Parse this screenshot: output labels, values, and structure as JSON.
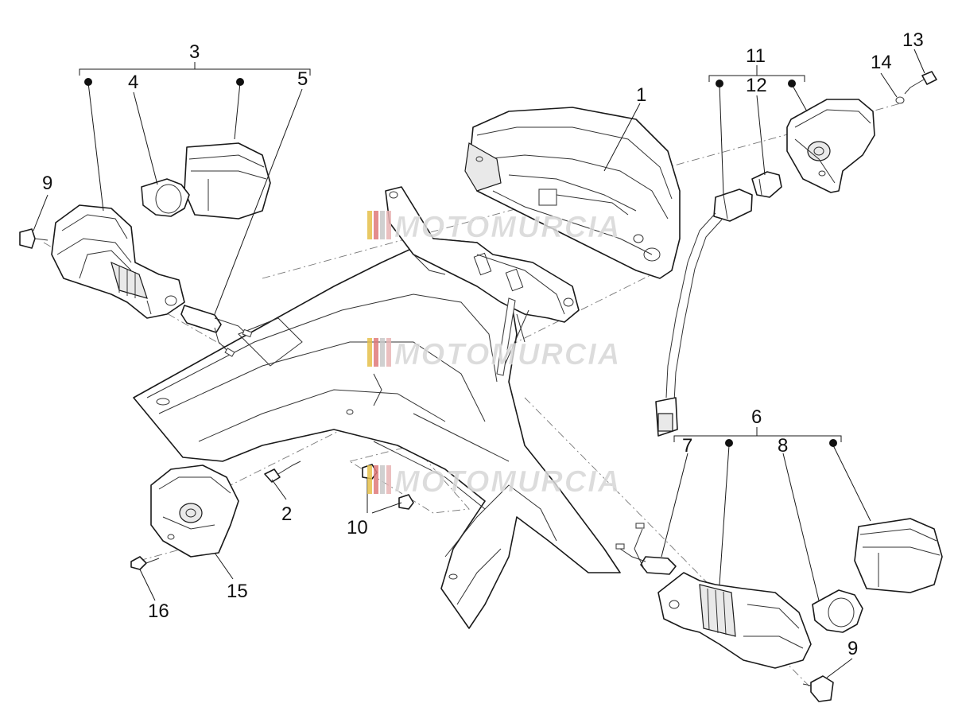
{
  "watermark": {
    "text": "MOTOMURCIA",
    "stripe_colors": [
      "#e6c04a",
      "#e07a7a",
      "#c8c8c8",
      "#e8b4b4"
    ]
  },
  "callouts": {
    "c1": "1",
    "c2": "2",
    "c3": "3",
    "c4": "4",
    "c5": "5",
    "c6": "6",
    "c7": "7",
    "c8": "8",
    "c9a": "9",
    "c9b": "9",
    "c10": "10",
    "c11": "11",
    "c12": "12",
    "c13": "13",
    "c14": "14",
    "c15": "15",
    "c16": "16"
  }
}
